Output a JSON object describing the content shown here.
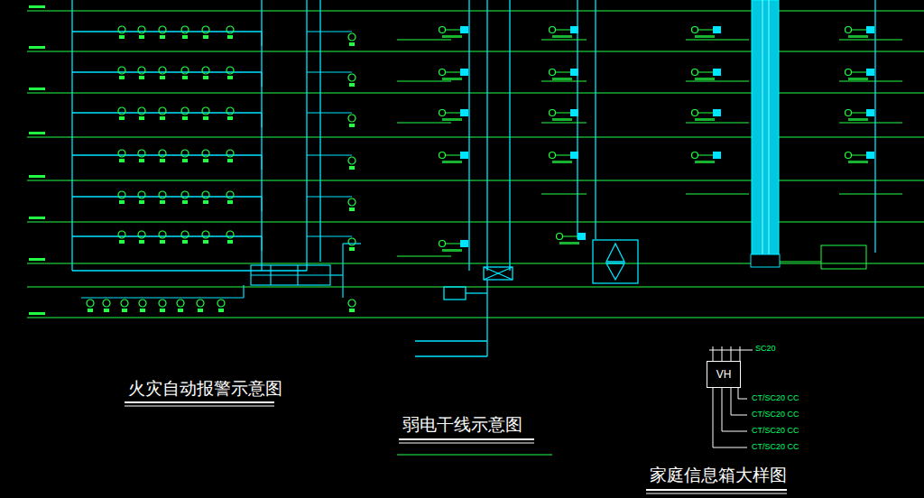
{
  "diagram": {
    "nodes": [
      {
        "text": [
          "VH"
        ]
      }
    ],
    "labels": [
      "火灾自动报警示意图",
      "弱电干线示意图",
      "家庭信息箱大样图",
      "SC20",
      "CT/SC20 CC",
      "CT/SC20 CC",
      "CT/SC20 CC",
      "CT/SC20 CC"
    ]
  }
}
